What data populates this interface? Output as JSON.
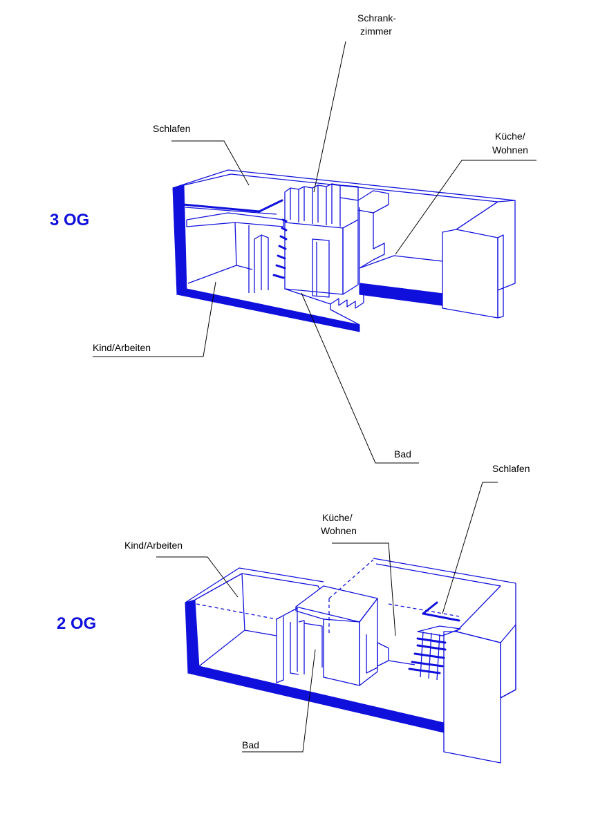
{
  "colors": {
    "accent": "#1010dd",
    "text": "#000000",
    "background": "#ffffff"
  },
  "levels": [
    {
      "floor_label": "3 OG",
      "rooms": {
        "schrank_line1": "Schrank-",
        "schrank_line2": "zimmer",
        "schlafen": "Schlafen",
        "kueche_line1": "Küche/",
        "kueche_line2": "Wohnen",
        "kind": "Kind/Arbeiten",
        "bad": "Bad"
      }
    },
    {
      "floor_label": "2 OG",
      "rooms": {
        "schlafen": "Schlafen",
        "kueche_line1": "Küche/",
        "kueche_line2": "Wohnen",
        "kind": "Kind/Arbeiten",
        "bad": "Bad"
      }
    }
  ]
}
